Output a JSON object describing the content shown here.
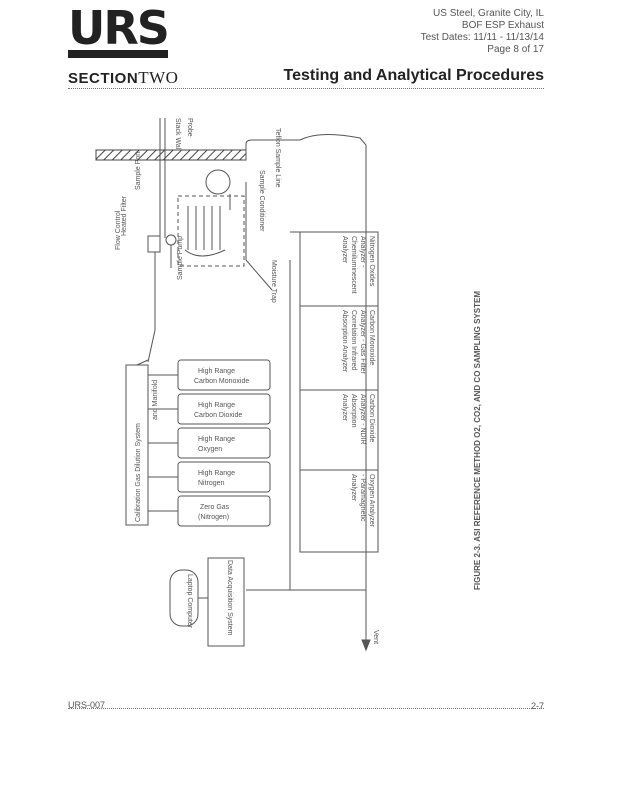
{
  "header": {
    "logo": "URS",
    "lines": [
      "US Steel, Granite City, IL",
      "BOF ESP Exhaust",
      "Test Dates: 11/11 - 11/13/14",
      "Page 8 of 17"
    ]
  },
  "section": {
    "label": "SECTION",
    "number": "TWO",
    "title": "Testing and Analytical Procedures"
  },
  "figure": {
    "caption": "FIGURE 2-3.   ASI REFERENCE METHOD O2, CO2, AND CO SAMPLING SYSTEM",
    "labels": {
      "stack_wall": "Stack Wall",
      "probe": "Probe",
      "heated_filter": "Heated Filter",
      "teflon_sample_line": "Teflon Sample Line",
      "sample_port": "Sample Port",
      "sample_conditioner": "Sample Conditioner",
      "moisture_trap": "Moisture Trap",
      "sample_pump": "Sample Pump",
      "flow_control": "Flow Control",
      "calibration_system": "Calibration Gas Dilution System",
      "cal_sub": "and Manifold",
      "cylinders": [
        [
          "High Range",
          "Carbon Monoxide"
        ],
        [
          "High Range",
          "Carbon Dioxide"
        ],
        [
          "High Range",
          "Oxygen"
        ],
        [
          "High Range",
          "Nitrogen"
        ],
        [
          "Zero Gas",
          "(Nitrogen)"
        ]
      ],
      "analyzers": [
        [
          "Nitrogen Oxides",
          "Analyzer -",
          "Chemiluminescent",
          "Analyzer"
        ],
        [
          "Carbon Monoxide",
          "Analyzer - Gas Filter",
          "Correlation Infrared",
          "Absorption Analyzer"
        ],
        [
          "Carbon Dioxide",
          "Analyzer - NDIR",
          "Absorption",
          "Analyzer"
        ],
        [
          "Oxygen Analyzer",
          "- Paramagnetic",
          "Analyzer"
        ]
      ],
      "computer": "Laptop Computer",
      "data_logger": "Data Acquisition System",
      "vent": "Vent"
    }
  },
  "footer": {
    "left": "URS-007",
    "right": "2-7"
  }
}
